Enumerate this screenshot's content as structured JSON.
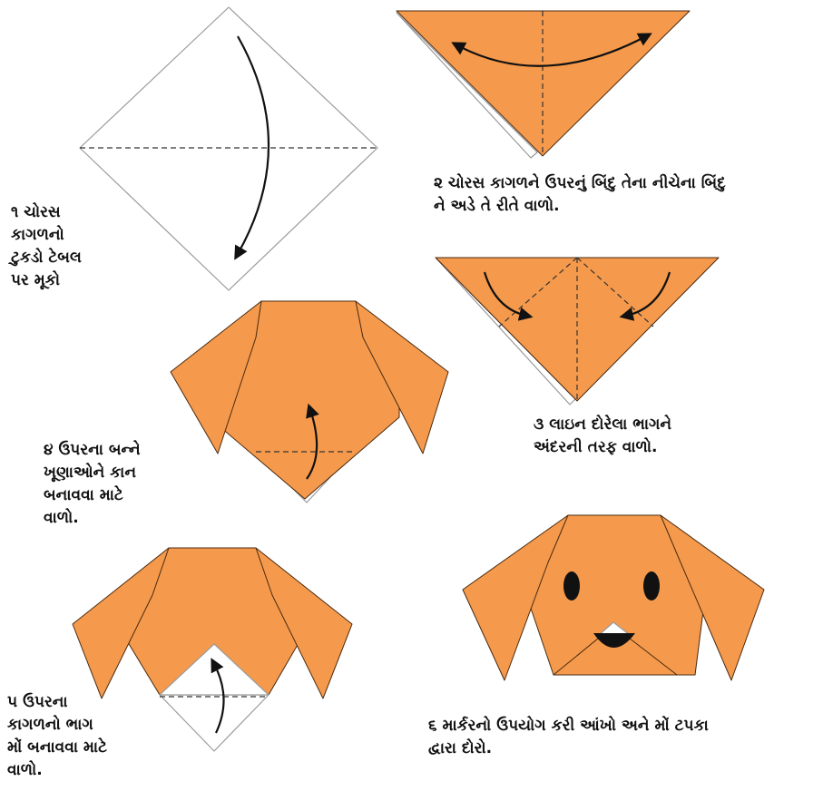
{
  "colors": {
    "paper": "#F59A4C",
    "paper_edge": "#4a2a10",
    "white_paper": "#ffffff",
    "outline": "#9a9a9a",
    "fold_line": "#333333",
    "arrow": "#111111",
    "face": "#111111"
  },
  "icons": [
    "fold-arrow-icon",
    "mouth-icon",
    "eye-icon"
  ],
  "steps": [
    {
      "number": "1",
      "caption": "૧ ચોરસ\nકાગળનો\nટુકડો ટેબલ\nપર મૂકો"
    },
    {
      "number": "2",
      "caption": "૨ ચોરસ કાગળને ઉપરનું બિંદુ તેના નીચેના બિંદુ\nને અડે તે રીતે વાળો."
    },
    {
      "number": "3",
      "caption": "૩ લાઇન દોરેલા ભાગને\nઅંદરની તરફ વાળો."
    },
    {
      "number": "4",
      "caption": "૪ ઉપરના બન્ને\nખૂણાઓને કાન\nબનાવવા માટે\nવાળો."
    },
    {
      "number": "5",
      "caption": "૫ ઉપરના\nકાગળનો ભાગ\nમોં બનાવવા માટે\nવાળો."
    },
    {
      "number": "6",
      "caption": "૬ માર્કરનો ઉપયોગ કરી આંખો અને મોં ટપકા\nદ્વારા દોરો."
    }
  ]
}
